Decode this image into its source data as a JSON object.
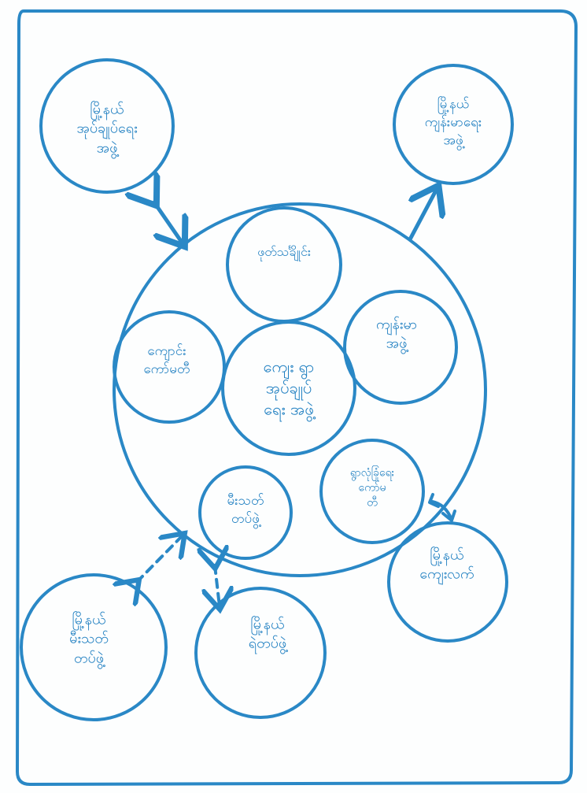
{
  "colors": {
    "ink": "#2a88c6",
    "paper": "#fdfefe"
  },
  "center": {
    "label": "ကျေး ရွာ\nအုပ်ချုပ်\nရေး အဖွဲ့"
  },
  "inner_circles": [
    {
      "id": "top",
      "label": "ဖုတ်သင်္ချိုင်း"
    },
    {
      "id": "right",
      "label": "ကျန်းမာ\nအဖွဲ့"
    },
    {
      "id": "left",
      "label": "ကျောင်း\nကော်မတီ"
    },
    {
      "id": "bottom-left",
      "label": "မီးသတ်\nတပ်ဖွဲ့"
    },
    {
      "id": "bottom-right",
      "label": "ရွာလုံခြုံရေး\nကော်မ\nတီ"
    }
  ],
  "outer_circles": [
    {
      "id": "top-left",
      "label": "မြို့နယ်\nအုပ်ချုပ်ရေး\nအဖွဲ့"
    },
    {
      "id": "top-right",
      "label": "မြို့နယ်\nကျန်းမာရေး\nအဖွဲ့"
    },
    {
      "id": "right",
      "label": "မြို့နယ်\nကျေးလက်"
    },
    {
      "id": "bottom-left",
      "label": "မြို့နယ်\nမီးသတ်\nတပ်ဖွဲ့"
    },
    {
      "id": "bottom-middle",
      "label": "မြို့နယ်\nရဲတပ်ဖွဲ့"
    }
  ]
}
